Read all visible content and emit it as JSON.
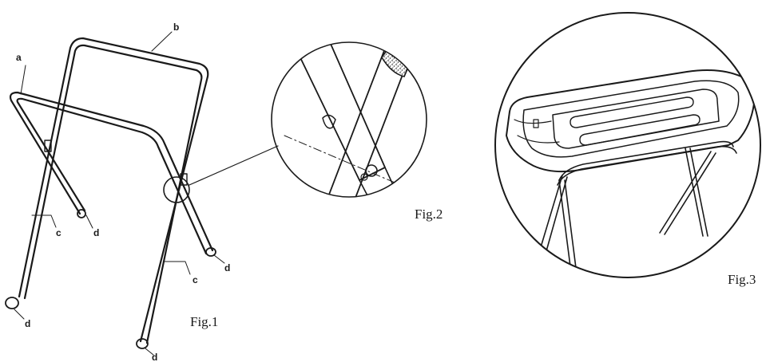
{
  "figures": [
    {
      "caption": "Fig.1"
    },
    {
      "caption": "Fig.2"
    },
    {
      "caption": "Fig.3"
    }
  ],
  "part_labels": {
    "a": "a",
    "b": "b",
    "c": "c",
    "d": "d"
  },
  "colors": {
    "ink": "#1a1a1a",
    "paper": "#ffffff"
  }
}
